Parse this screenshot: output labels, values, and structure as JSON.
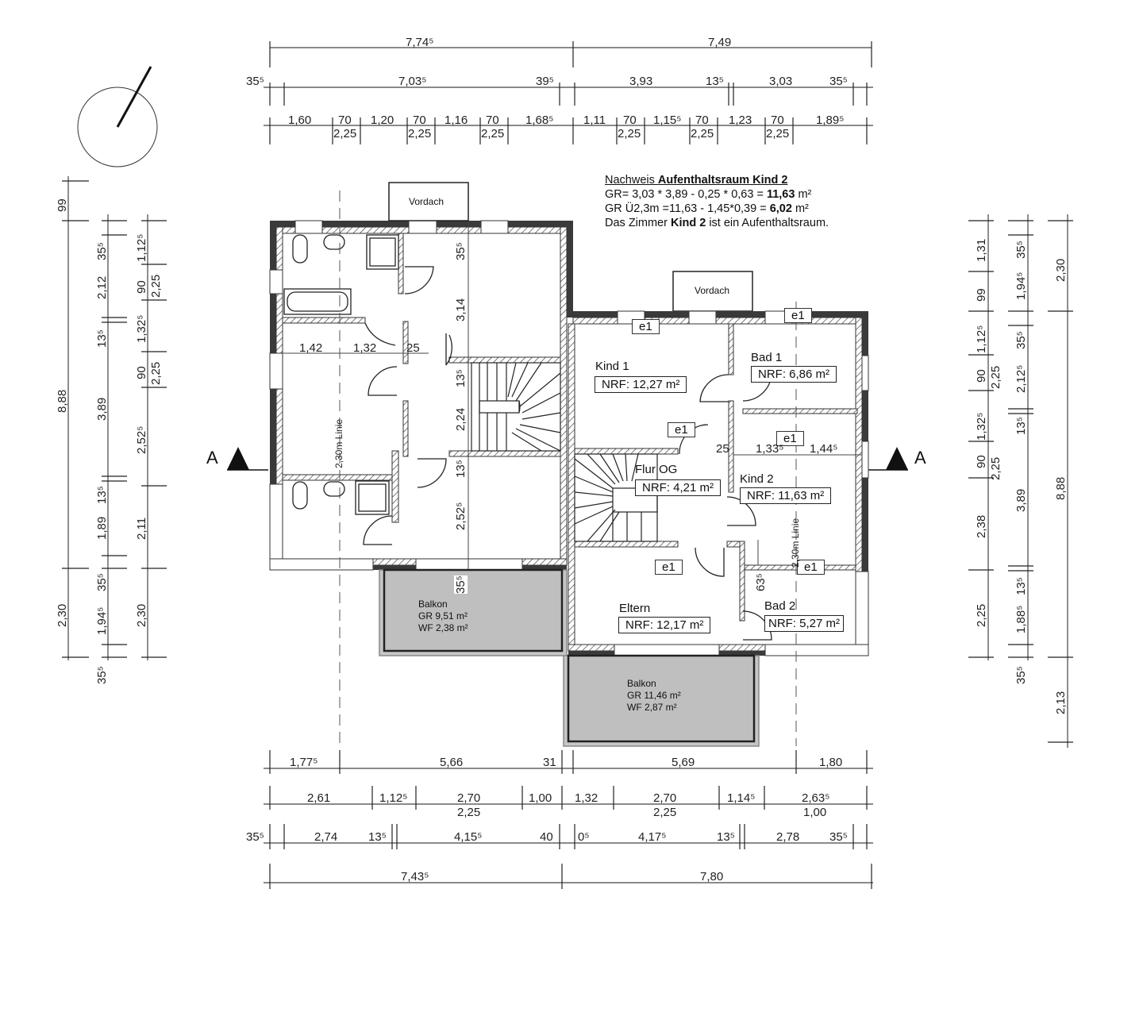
{
  "title_note": {
    "line1_prefix": "Nachweis ",
    "line1_bold": "Aufenthaltsraum Kind 2",
    "line2_prefix": "GR= 3,03 * 3,89 - 0,25 * 0,63 = ",
    "line2_bold": "11,63",
    "line2_suffix": " m²",
    "line3_prefix": "GR Ü2,3m =11,63 - 1,45*0,39 = ",
    "line3_bold": "6,02",
    "line3_suffix": " m²",
    "line4_prefix": "Das Zimmer ",
    "line4_bold": "Kind 2",
    "line4_suffix": " ist ein Aufenthaltsraum."
  },
  "rooms": [
    {
      "name": "Kind 1",
      "nrf": "NRF: 12,27 m²"
    },
    {
      "name": "Bad 1",
      "nrf": "NRF: 6,86 m²"
    },
    {
      "name": "Flur OG",
      "nrf": "NRF: 4,21 m²"
    },
    {
      "name": "Kind 2",
      "nrf": "NRF: 11,63 m²"
    },
    {
      "name": "Eltern",
      "nrf": "NRF: 12,17 m²"
    },
    {
      "name": "Bad 2",
      "nrf": "NRF: 5,27 m²"
    }
  ],
  "balconies": [
    {
      "title": "Balkon",
      "gr": "GR 9,51 m²",
      "wf": "WF 2,38 m²"
    },
    {
      "title": "Balkon",
      "gr": "GR 11,46 m²",
      "wf": "WF 2,87 m²"
    }
  ],
  "canopies": [
    "Vordach",
    "Vordach"
  ],
  "markers": {
    "e1": "e1",
    "section_left": "A",
    "section_right": "A",
    "height_line": "2,30m Linie"
  },
  "dimensions": {
    "top_row1": [
      "7,74⁵",
      "7,49"
    ],
    "top_row2": [
      "35⁵",
      "7,03⁵",
      "39⁵",
      "3,93",
      "13⁵",
      "3,03",
      "35⁵"
    ],
    "top_row3": [
      "1,60",
      "70",
      "1,20",
      "70",
      "1,16",
      "70",
      "1,68⁵",
      "1,11",
      "70",
      "1,15⁵",
      "70",
      "1,23",
      "70",
      "1,89⁵"
    ],
    "top_row3_sub": [
      "2,25",
      "2,25",
      "2,25",
      "2,25",
      "2,25",
      "2,25"
    ],
    "left_outer": [
      "99",
      "8,88",
      "2,30",
      "35⁵"
    ],
    "left_middle": [
      "35⁵",
      "2,12",
      "13⁵",
      "3,89",
      "13⁵",
      "1,89",
      "35⁵",
      "1,94⁵"
    ],
    "left_inner": [
      "1,12⁵",
      "90",
      "2,25",
      "1,32⁵",
      "90",
      "2,25",
      "2,52⁵",
      "2,11",
      "2,30"
    ],
    "right_inner": [
      "1,31",
      "99",
      "1,12⁵",
      "90",
      "2,25",
      "1,32⁵",
      "90",
      "2,25",
      "2,38",
      "2,25",
      "35⁵"
    ],
    "right_middle": [
      "35⁵",
      "1,94⁵",
      "35⁵",
      "2,12⁵",
      "13⁵",
      "3,89",
      "13⁵",
      "1,88⁵"
    ],
    "right_outer": [
      "2,30",
      "8,88",
      "2,13"
    ],
    "bottom_row1": [
      "1,77⁵",
      "5,66",
      "31",
      "5,69",
      "1,80"
    ],
    "bottom_row2": [
      "2,61",
      "1,12⁵",
      "2,70",
      "1,00",
      "1,32",
      "2,70",
      "1,14⁵",
      "2,63⁵"
    ],
    "bottom_row2_sub": [
      "2,25",
      "2,25",
      "1,00"
    ],
    "bottom_row3": [
      "35⁵",
      "2,74",
      "13⁵",
      "4,15⁵",
      "40",
      "0⁵",
      "4,17⁵",
      "13⁵",
      "2,78",
      "35⁵"
    ],
    "bottom_row4": [
      "7,43⁵",
      "7,80"
    ],
    "interior": [
      "35⁵",
      "3,14",
      "13⁵",
      "2,24",
      "13⁵",
      "2,52⁵",
      "35⁵",
      "1,42",
      "1,32",
      "25",
      "25",
      "1,33⁵",
      "1,44⁵",
      "63⁵"
    ]
  }
}
